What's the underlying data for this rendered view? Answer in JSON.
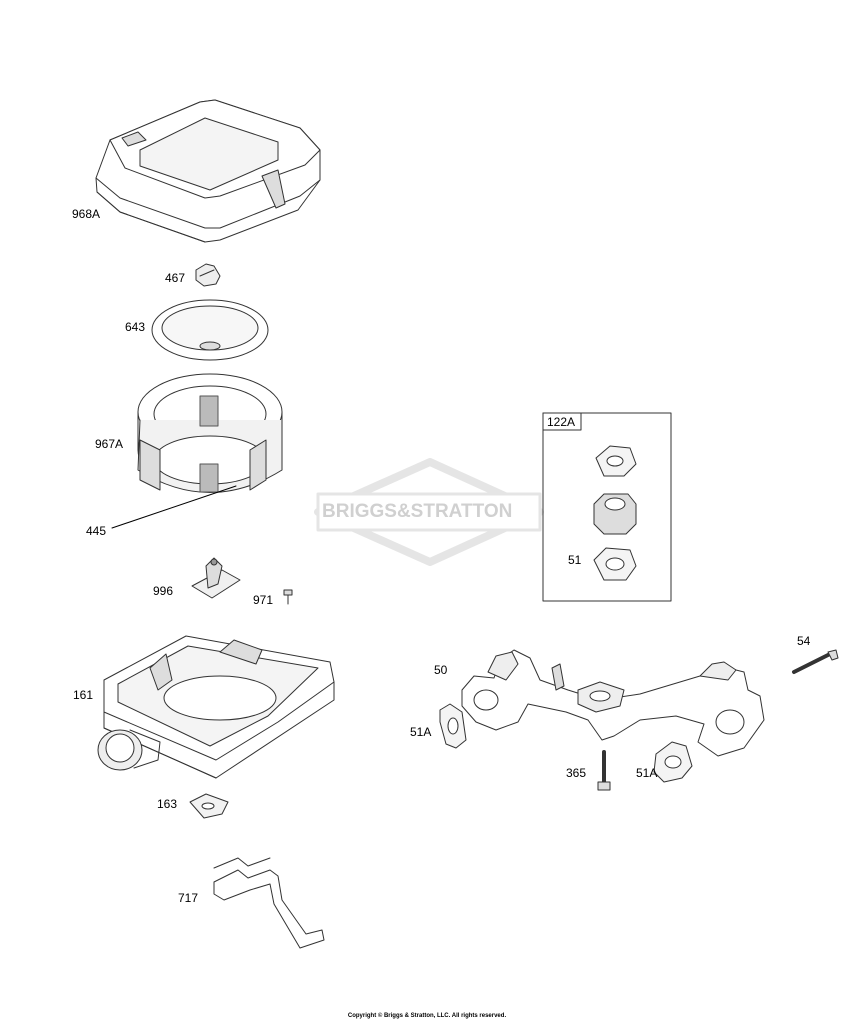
{
  "watermark": {
    "text": "BRIGGS&STRATTON",
    "color": "#d9d9d9"
  },
  "kit_box": {
    "title": "122A"
  },
  "labels": {
    "p968A": "968A",
    "p467": "467",
    "p643": "643",
    "p967A": "967A",
    "p445": "445",
    "p996": "996",
    "p971": "971",
    "p161": "161",
    "p163": "163",
    "p717": "717",
    "p51": "51",
    "p54": "54",
    "p50": "50",
    "p51A_left": "51A",
    "p365": "365",
    "p51A_right": "51A"
  },
  "copyright": "Copyright © Briggs & Stratton, LLC. All rights reserved.",
  "colors": {
    "line": "#333333",
    "fill": "#ffffff",
    "shade": "#e6e6e6",
    "dark": "#555555"
  }
}
